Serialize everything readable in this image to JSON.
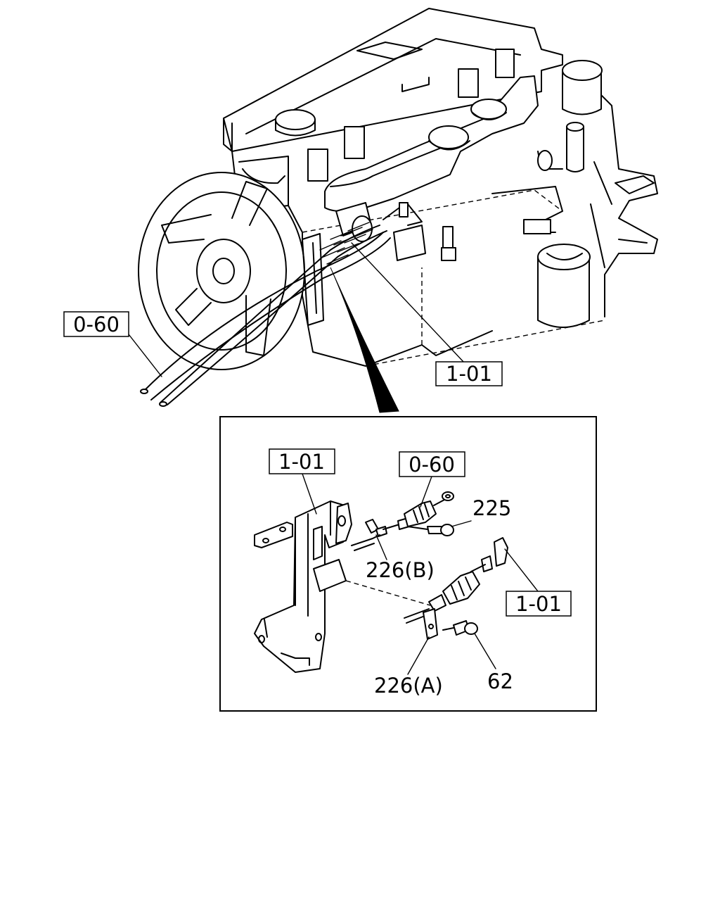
{
  "callouts": {
    "engine_cable": "0-60",
    "engine_bracket": "1-01",
    "detail_bracket": "1-01",
    "detail_cable": "0-60",
    "detail_bracket_right": "1-01",
    "part_225": "225",
    "part_226b": "226(B)",
    "part_226a": "226(A)",
    "part_62": "62"
  }
}
